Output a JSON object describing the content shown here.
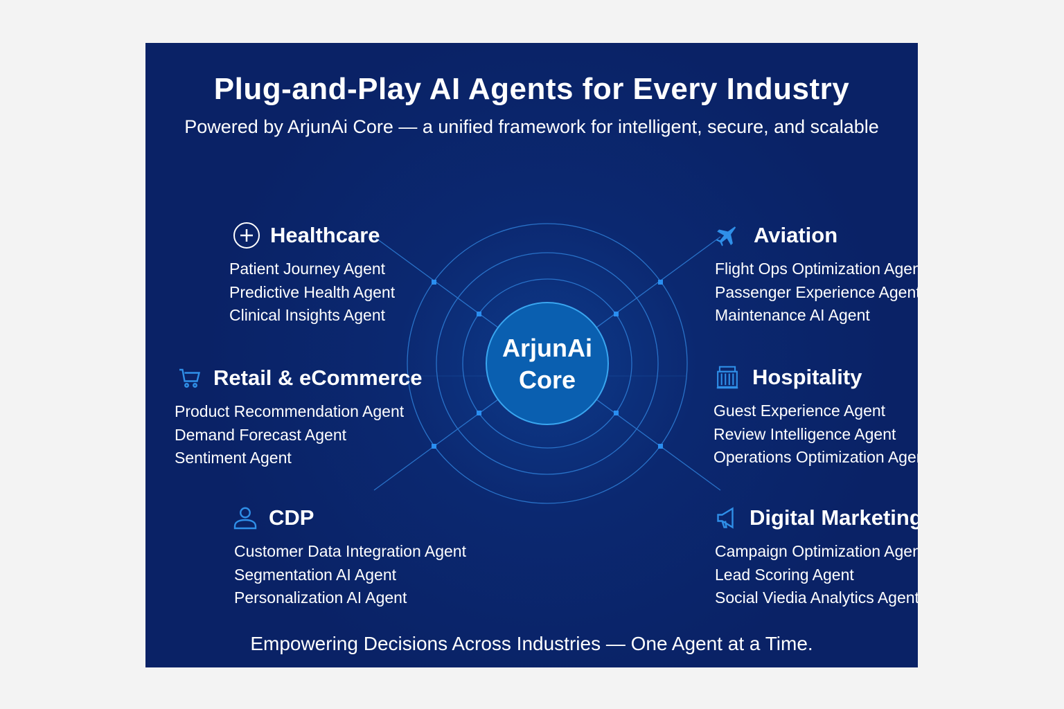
{
  "title": "Plug-and-Play AI Agents for Every Industry",
  "subtitle": "Powered by ArjunAi Core — a unified framework for intelligent, secure, and scalable",
  "core": {
    "line1": "ArjunAi",
    "line2": "Core"
  },
  "sections": {
    "healthcare": {
      "icon": "plus-circle-icon",
      "title": "Healthcare",
      "agents": [
        "Patient Journey Agent",
        "Predictive Health Agent",
        "Clinical Insights Agent"
      ]
    },
    "aviation": {
      "icon": "airplane-icon",
      "title": "Aviation",
      "agents": [
        "Flight Ops Optimization Agent",
        "Passenger Experience Agent",
        "Maintenance AI Agent"
      ]
    },
    "retail": {
      "icon": "shopping-cart-icon",
      "title": "Retail & eCommerce",
      "agents": [
        "Product Recommendation Agent",
        "Demand Forecast Agent",
        "Sentiment Agent"
      ]
    },
    "hospitality": {
      "icon": "building-icon",
      "title": "Hospitality",
      "agents": [
        "Guest Experience Agent",
        "Review Intelligence Agent",
        "Operations Optimization Agent"
      ]
    },
    "cdp": {
      "icon": "user-icon",
      "title": "CDP",
      "agents": [
        "Customer Data Integration Agent",
        "Segmentation AI Agent",
        "Personalization AI Agent"
      ]
    },
    "marketing": {
      "icon": "megaphone-icon",
      "title": "Digital Marketing",
      "agents": [
        "Campaign Optimization Agent",
        "Lead Scoring Agent",
        "Social Viedia Analytics Agent"
      ]
    }
  },
  "footer": "Empowering Decisions Across Industries — One Agent at a Time.",
  "colors": {
    "background": "#0a2266",
    "accent": "#2f8fe8",
    "core": "#0a5fb0"
  }
}
